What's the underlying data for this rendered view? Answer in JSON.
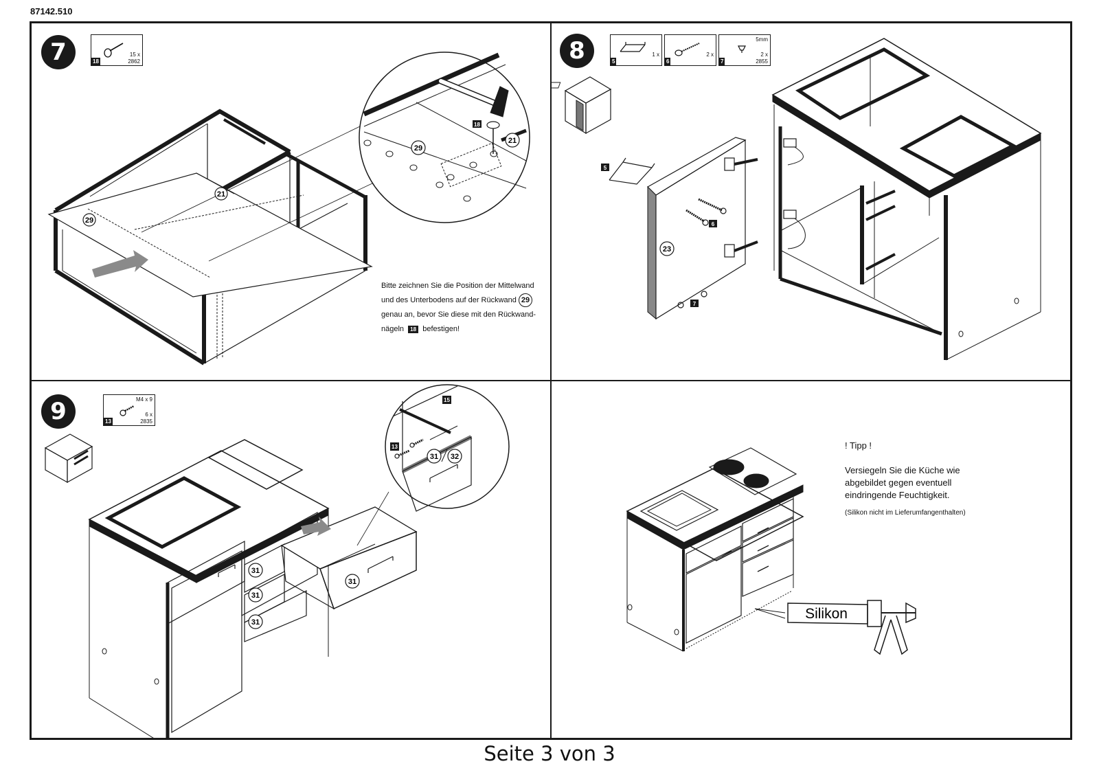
{
  "document": {
    "number": "87142.510",
    "footer": "Seite 3 von 3"
  },
  "step7": {
    "number": "7",
    "part": {
      "id": "18",
      "qty": "15 x",
      "code": "2862"
    },
    "labels": {
      "p29": "29",
      "p21": "21",
      "p18": "18"
    },
    "note": {
      "line1": "Bitte zeichnen Sie die Position der Mittelwand",
      "line2a": "und des Unterbodens auf der Rückwand",
      "line2ref": "29",
      "line3": "genau an, bevor Sie diese mit den Rückwand-",
      "line4a": "nägeln",
      "line4ref": "18",
      "line4b": "befestigen!"
    }
  },
  "step8": {
    "number": "8",
    "parts": [
      {
        "id": "5",
        "qty": "1 x",
        "code": "",
        "dim": ""
      },
      {
        "id": "6",
        "qty": "2 x",
        "code": "",
        "dim": ""
      },
      {
        "id": "7",
        "qty": "2 x",
        "code": "2855",
        "dim": "5mm"
      }
    ],
    "labels": {
      "p5": "5",
      "p6": "6",
      "p7": "7",
      "p23": "23"
    }
  },
  "step9": {
    "number": "9",
    "part": {
      "id": "13",
      "dim": "M4 x 9",
      "qty": "6 x",
      "code": "2835"
    },
    "labels": {
      "p31": "31",
      "p32": "32",
      "p15": "15",
      "p13": "13"
    }
  },
  "tip": {
    "title": "! Tipp !",
    "line1": "Versiegeln Sie die Küche wie",
    "line2": "abgebildet gegen eventuell",
    "line3": "eindringende Feuchtigkeit.",
    "small": "(Silikon nicht im Lieferumfangenthalten)",
    "gun_label": "Silikon"
  }
}
